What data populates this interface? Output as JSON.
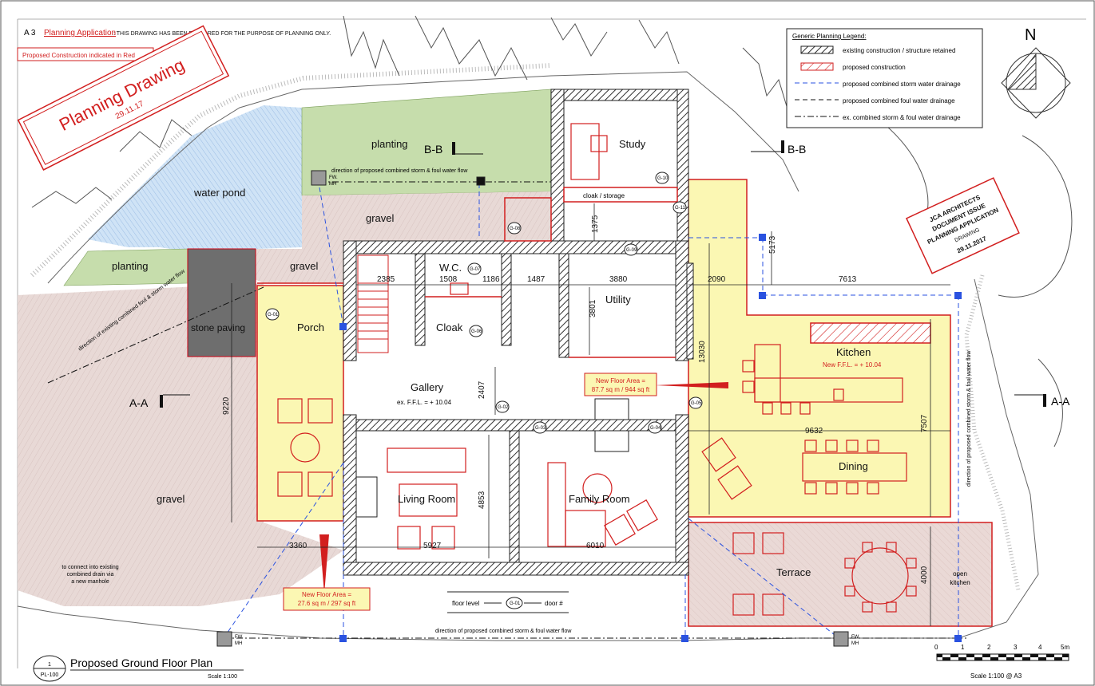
{
  "header": {
    "sheet_size": "A 3",
    "planning_app_label": "Planning Application",
    "planning_app_note": ": THIS DRAWING HAS BEEN PREPARED FOR THE PURPOSE OF PLANNING ONLY.",
    "proposed_note": "Proposed Construction indicated in Red"
  },
  "stamp_planning": {
    "title": "Planning Drawing",
    "date": "29.11.17"
  },
  "stamp_architects": {
    "lines": [
      "JCA ARCHITECTS",
      "DOCUMENT ISSUE",
      "PLANNING APPLICATION",
      "DRAWING",
      "29.11.2017"
    ]
  },
  "legend": {
    "title": "Generic Planning Legend:",
    "items": [
      {
        "label": "existing construction / structure retained"
      },
      {
        "label": "proposed construction"
      },
      {
        "label": "proposed combined storm water drainage"
      },
      {
        "label": "proposed combined foul water drainage"
      },
      {
        "label": "ex. combined storm & foul water drainage"
      }
    ]
  },
  "north": {
    "label": "N"
  },
  "rooms": {
    "study": "Study",
    "cloak_storage": "cloak / storage",
    "wc": "W.C.",
    "cloak": "Cloak",
    "utility": "Utility",
    "porch": "Porch",
    "gallery": "Gallery",
    "living": "Living Room",
    "family": "Family Room",
    "kitchen": "Kitchen",
    "dining": "Dining",
    "terrace": "Terrace",
    "open_kitchen_1": "open",
    "open_kitchen_2": "kitchen"
  },
  "site": {
    "planting_top": "planting",
    "planting_left": "planting",
    "water_pond": "water pond",
    "gravel_top": "gravel",
    "gravel_mid": "gravel",
    "gravel_bottom": "gravel",
    "stone_paving": "stone paving"
  },
  "sections": {
    "bb": "B-B",
    "aa": "A-A"
  },
  "levels": {
    "existing": "ex. F.F.L. = + 10.04",
    "new": "New F.F.L. = + 10.04"
  },
  "areas": {
    "kitchen_label": "New Floor Area =",
    "kitchen_value": "87.7 sq m / 944 sq ft",
    "porch_label": "New Floor Area =",
    "porch_value": "27.6 sq m / 297 sq ft"
  },
  "dimensions": {
    "d2385": "2385",
    "d1508": "1508",
    "d1186": "1186",
    "d1487": "1487",
    "d3880": "3880",
    "d2090": "2090",
    "d7613": "7613",
    "d1375": "1375",
    "d5173": "5173",
    "d3801": "3801",
    "d13030": "13030",
    "d2407": "2407",
    "d9220": "9220",
    "d9632": "9632",
    "d7507": "7507",
    "d4853": "4853",
    "d3360": "3360",
    "d5927": "5927",
    "d6010": "6010",
    "d4000": "4000"
  },
  "doors": [
    "G-01",
    "G-02",
    "G-03",
    "G-04",
    "G-05",
    "G-06",
    "G-07",
    "G-08",
    "G-09",
    "G-10",
    "G-11"
  ],
  "drainage": {
    "top_flow": "direction of proposed combined storm & foul water flow",
    "bottom_flow": "direction of proposed combined storm & foul water flow",
    "existing_flow": "direction of existing combined foul & storm water flow",
    "right_flow": "direction of proposed combined storm & foul water flow",
    "connect_note_1": "to connect into existing",
    "connect_note_2": "combined drain via",
    "connect_note_3": "a new manhole",
    "manhole_fw": "FW.",
    "manhole_mh": "MH"
  },
  "key": {
    "floor_level": "floor level",
    "door": "door #"
  },
  "title_block": {
    "drawing_no_top": "1",
    "drawing_no": "PL-100",
    "title": "Proposed Ground Floor Plan",
    "scale": "Scale 1:100"
  },
  "scale_bar": {
    "ticks": [
      "0",
      "1",
      "2",
      "3",
      "4",
      "5m"
    ],
    "label": "Scale 1:100 @ A3"
  },
  "colors": {
    "proposed_red": "#d21f1f",
    "new_floor_fill": "#fbf7b3",
    "planting_green": "#c6ddac",
    "water_blue": "#cfe3f6",
    "gravel_pink": "#e8d9d6",
    "stone_grey": "#6e6e6e",
    "drain_blue": "#2a52e0"
  }
}
